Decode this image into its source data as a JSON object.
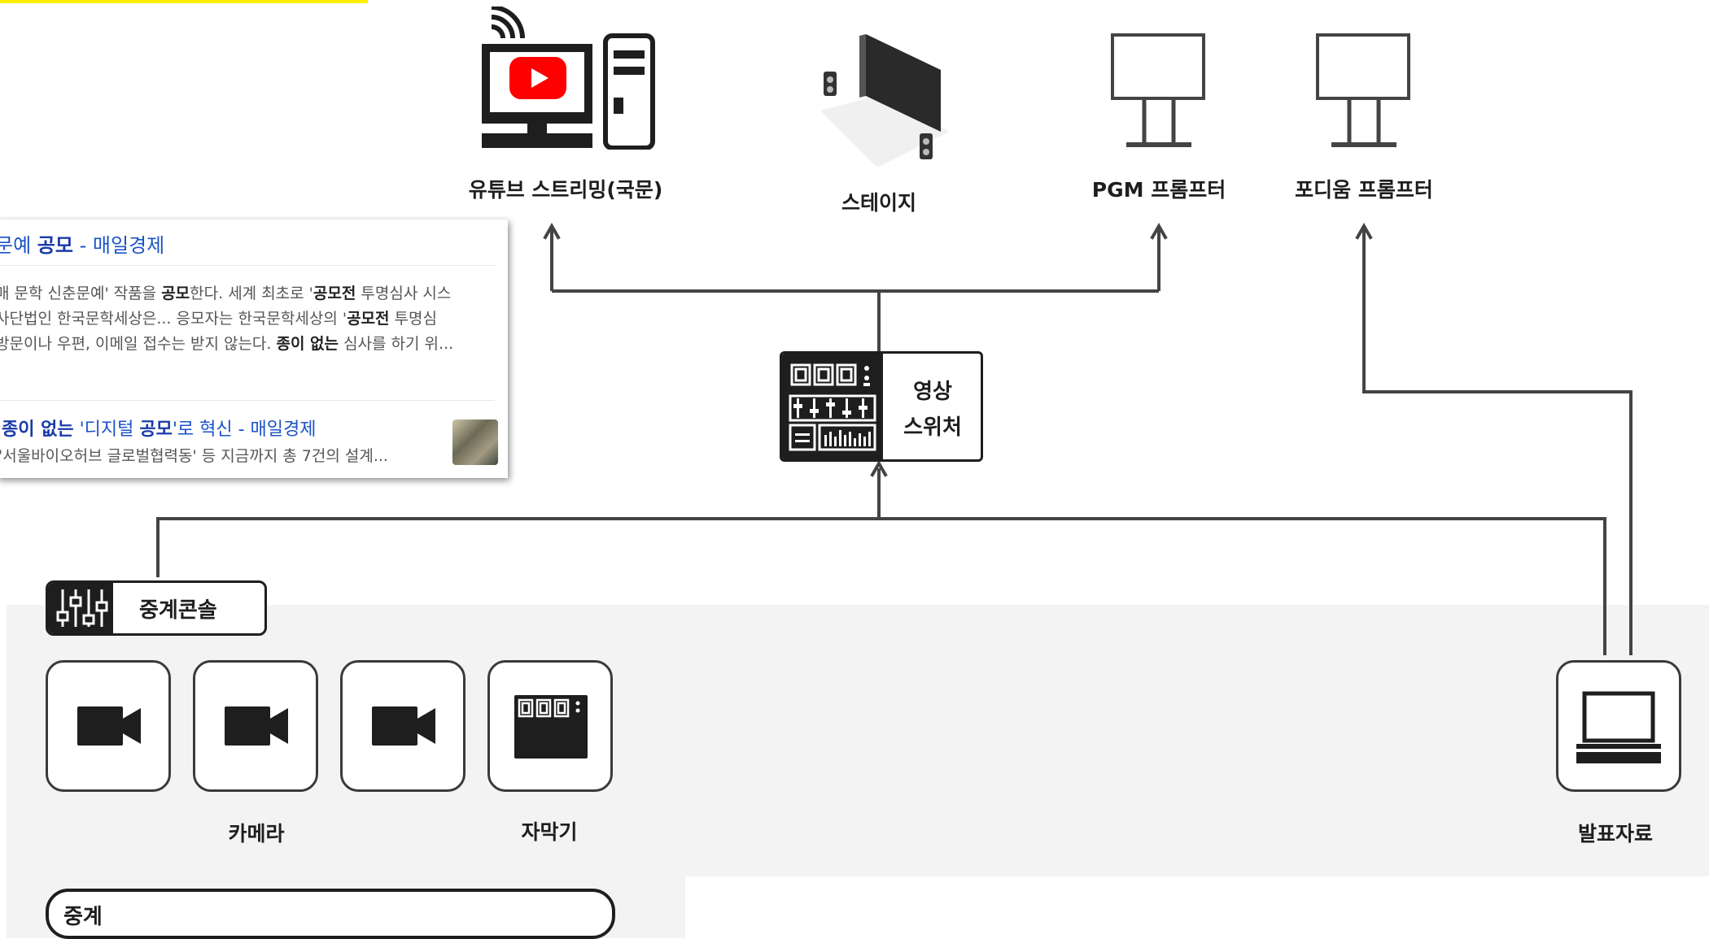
{
  "nodes": {
    "youtube": "유튜브 스트리밍(국문)",
    "stage": "스테이지",
    "pgm": "PGM 프롬프터",
    "podium": "포디움 프롬프터",
    "switcher_line1": "영상",
    "switcher_line2": "스위처",
    "console": "중계콘솔",
    "camera": "카메라",
    "caption": "자막기",
    "presentation": "발표자료",
    "relay": "중계"
  },
  "search_panel": {
    "result1_title_pre": "문예 ",
    "result1_title_bold": "공모",
    "result1_title_post": " - 매일경제",
    "snippet1_a": "매 문학 신춘문예' 작품을 ",
    "snippet1_b": "공모",
    "snippet1_c": "한다. 세계 최초로 '",
    "snippet1_d": "공모전",
    "snippet1_e": " 투명심사 시스",
    "snippet2_a": "사단법인 한국문학세상은... 응모자는 한국문학세상의 '",
    "snippet2_b": "공모전",
    "snippet2_c": " 투명심",
    "snippet3_a": "방문이나 우편, 이메일 접수는 받지 않는다. ",
    "snippet3_b": "종이 없는",
    "snippet3_c": " 심사를 하기 위...",
    "result2_bold1": "종이 없는",
    "result2_mid": " '디지털 ",
    "result2_bold2": "공모",
    "result2_post": "'로 혁신 - 매일경제",
    "result2_snippet": "'서울바이오허브 글로벌협력동' 등 지금까지 총 7건의 설계..."
  },
  "colors": {
    "line": "#444444",
    "dark": "#1e1e1e",
    "youtube_red": "#ff0000",
    "link_blue": "#1a52c8",
    "highlight": "#ffee00"
  }
}
